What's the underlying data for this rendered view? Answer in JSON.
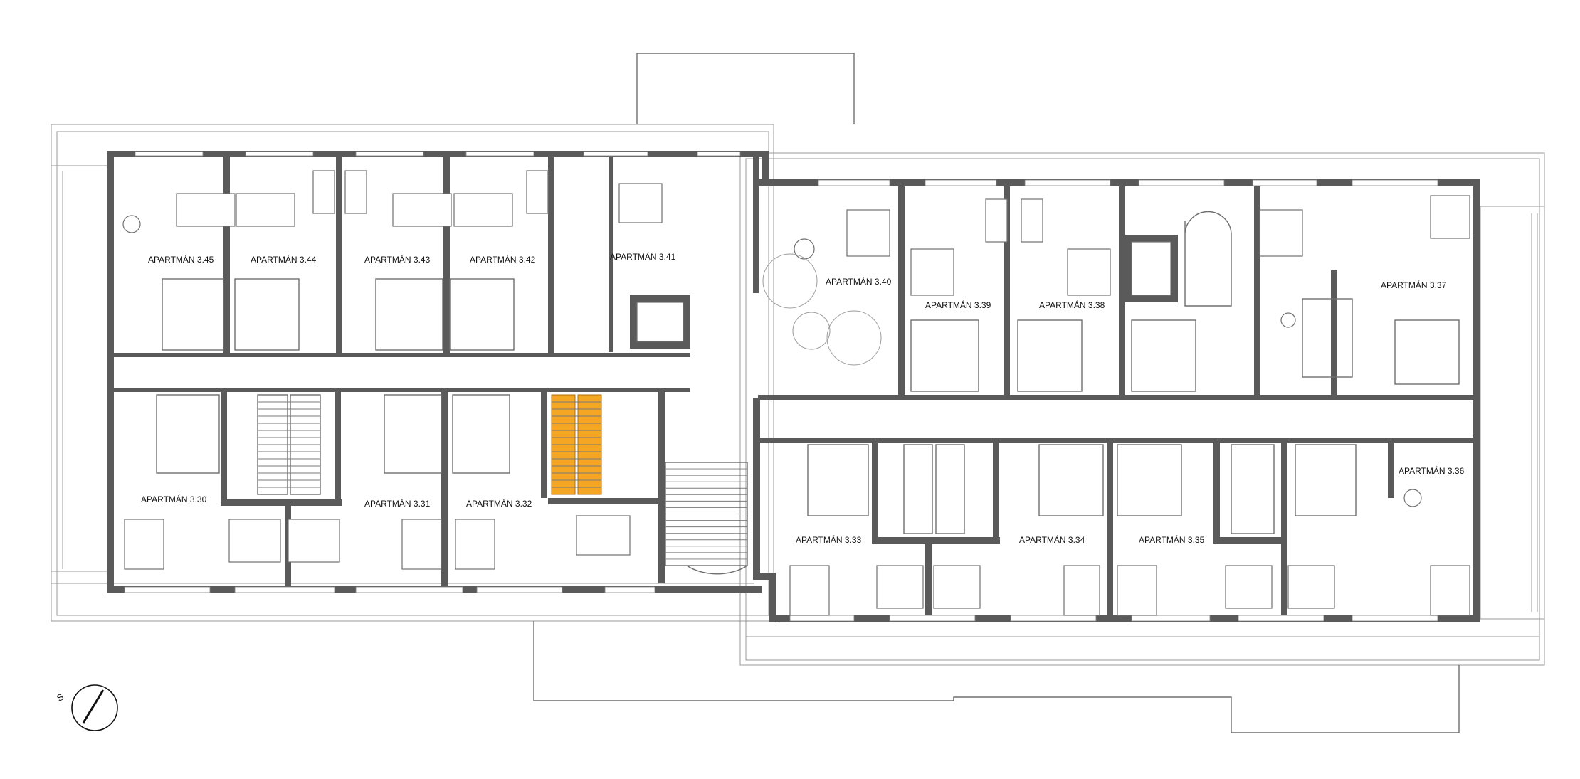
{
  "plan": {
    "highlight_color": "#f5a623",
    "wall_color": "#5a5a5a",
    "apartments": [
      {
        "id": "3.30",
        "label": "APARTMÁN 3.30"
      },
      {
        "id": "3.31",
        "label": "APARTMÁN 3.31"
      },
      {
        "id": "3.32",
        "label": "APARTMÁN 3.32"
      },
      {
        "id": "3.33",
        "label": "APARTMÁN 3.33"
      },
      {
        "id": "3.34",
        "label": "APARTMÁN 3.34"
      },
      {
        "id": "3.35",
        "label": "APARTMÁN 3.35"
      },
      {
        "id": "3.36",
        "label": "APARTMÁN 3.36"
      },
      {
        "id": "3.37",
        "label": "APARTMÁN 3.37"
      },
      {
        "id": "3.38",
        "label": "APARTMÁN 3.38"
      },
      {
        "id": "3.39",
        "label": "APARTMÁN 3.39"
      },
      {
        "id": "3.40",
        "label": "APARTMÁN 3.40"
      },
      {
        "id": "3.41",
        "label": "APARTMÁN 3.41"
      },
      {
        "id": "3.42",
        "label": "APARTMÁN 3.42"
      },
      {
        "id": "3.43",
        "label": "APARTMÁN 3.43"
      },
      {
        "id": "3.44",
        "label": "APARTMÁN 3.44"
      },
      {
        "id": "3.45",
        "label": "APARTMÁN 3.45"
      }
    ],
    "compass_letter": "S"
  }
}
